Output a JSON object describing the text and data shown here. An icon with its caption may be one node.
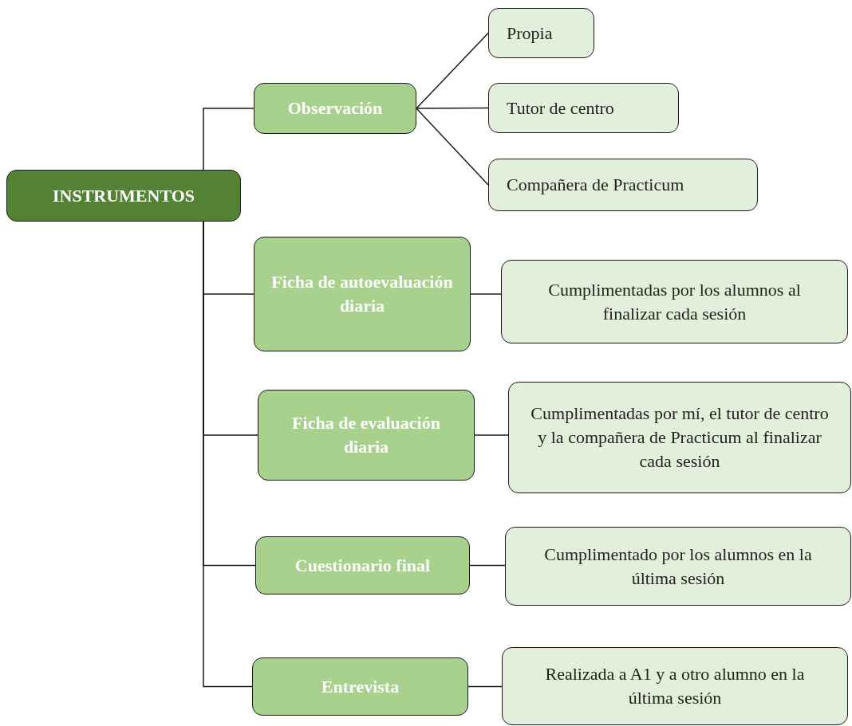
{
  "diagram": {
    "nodes": [
      {
        "text": [
          "INSTRUMENTOS"
        ]
      },
      {
        "text": [
          "Observación"
        ]
      },
      {
        "text": [
          "Propia"
        ]
      },
      {
        "text": [
          "Tutor de centro"
        ]
      },
      {
        "text": [
          "Compañera de Practicum"
        ]
      },
      {
        "text": [
          "Ficha de autoevaluación diaria"
        ]
      },
      {
        "text": [
          "Cumplimentadas por los alumnos al finalizar cada sesión"
        ]
      },
      {
        "text": [
          "Ficha de evaluación diaria"
        ]
      },
      {
        "text": [
          "Cumplimentadas por mí, el tutor de centro y la compañera de Practicum al finalizar cada sesión"
        ]
      },
      {
        "text": [
          "Cuestionario final"
        ]
      },
      {
        "text": [
          "Cumplimentado por los alumnos en la última sesión"
        ]
      },
      {
        "text": [
          "Entrevista"
        ]
      },
      {
        "text": [
          "Realizada a A1 y a otro alumno en la última sesión"
        ]
      }
    ],
    "edges": [
      {
        "from": 0,
        "to": 1,
        "arrow": "none"
      },
      {
        "from": 0,
        "to": 5,
        "arrow": "none"
      },
      {
        "from": 0,
        "to": 7,
        "arrow": "none"
      },
      {
        "from": 0,
        "to": 9,
        "arrow": "none"
      },
      {
        "from": 0,
        "to": 11,
        "arrow": "none"
      },
      {
        "from": 1,
        "to": 2,
        "arrow": "none"
      },
      {
        "from": 1,
        "to": 3,
        "arrow": "none"
      },
      {
        "from": 1,
        "to": 4,
        "arrow": "none"
      },
      {
        "from": 5,
        "to": 6,
        "arrow": "none"
      },
      {
        "from": 7,
        "to": 8,
        "arrow": "none"
      },
      {
        "from": 9,
        "to": 10,
        "arrow": "none"
      },
      {
        "from": 11,
        "to": 12,
        "arrow": "none"
      }
    ]
  }
}
